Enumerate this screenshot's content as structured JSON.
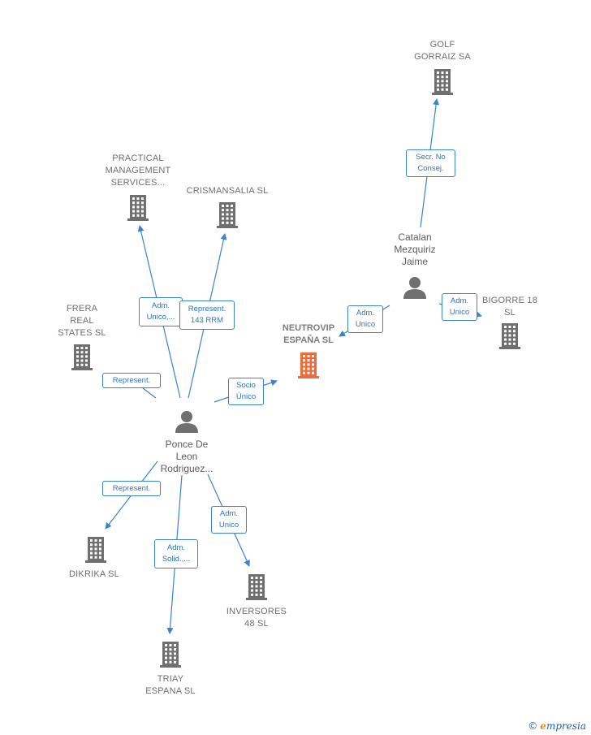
{
  "nodes": {
    "golf_gorraiz": {
      "label": "GOLF\nGORRAIZ SA",
      "type": "company"
    },
    "practical": {
      "label": "PRACTICAL\nMANAGEMENT\nSERVICES...",
      "type": "company"
    },
    "crismansalia": {
      "label": "CRISMANSALIA SL",
      "type": "company"
    },
    "catalan": {
      "label": "Catalan\nMezquiriz\nJaime",
      "type": "person"
    },
    "frera": {
      "label": "FRERA\nREAL\nSTATES  SL",
      "type": "company"
    },
    "neutrovip": {
      "label": "NEUTROVIP\nESPAÑA  SL",
      "type": "focus"
    },
    "bigorre": {
      "label": "BIGORRE 18\nSL",
      "type": "company"
    },
    "ponce": {
      "label": "Ponce De\nLeon\nRodriguez...",
      "type": "person"
    },
    "dikrika": {
      "label": "DIKRIKA SL",
      "type": "company"
    },
    "inversores": {
      "label": "INVERSORES\n48  SL",
      "type": "company"
    },
    "triay": {
      "label": "TRIAY\nESPANA SL",
      "type": "company"
    }
  },
  "edges": [
    {
      "from": "catalan",
      "to": "golf_gorraiz",
      "label": "Secr.  No\nConsej."
    },
    {
      "from": "ponce",
      "to": "practical",
      "label": "Adm.\nUnico,..."
    },
    {
      "from": "ponce",
      "to": "crismansalia",
      "label": "Represent.\n143 RRM"
    },
    {
      "from": "ponce",
      "to": "frera",
      "label": "Represent."
    },
    {
      "from": "ponce",
      "to": "neutrovip",
      "label": "Socio\nÚnico"
    },
    {
      "from": "catalan",
      "to": "neutrovip",
      "label": "Adm.\nUnico"
    },
    {
      "from": "catalan",
      "to": "bigorre",
      "label": "Adm.\nUnico"
    },
    {
      "from": "ponce",
      "to": "dikrika",
      "label": "Represent."
    },
    {
      "from": "ponce",
      "to": "triay",
      "label": "Adm.\nSolid.,..."
    },
    {
      "from": "ponce",
      "to": "inversores",
      "label": "Adm.\nUnico"
    }
  ],
  "colors": {
    "company": "#6f6f6f",
    "focus": "#f26a3a",
    "person": "#6f6f6f",
    "edge": "#3b82cf"
  },
  "brand": {
    "symbol": "©",
    "initial": "e",
    "rest": "mpresia"
  }
}
